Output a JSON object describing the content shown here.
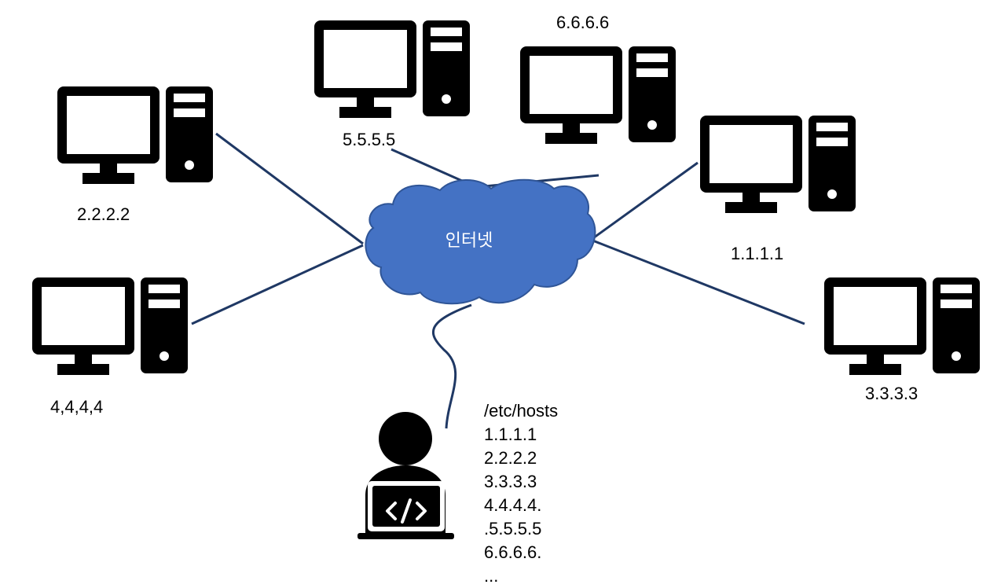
{
  "cloud": {
    "label": "인터넷"
  },
  "computers": [
    {
      "id": "c1",
      "label": "1.1.1.1"
    },
    {
      "id": "c2",
      "label": "2.2.2.2"
    },
    {
      "id": "c3",
      "label": "3.3.3.3"
    },
    {
      "id": "c4",
      "label": "4,4,4,4"
    },
    {
      "id": "c5",
      "label": "5.5.5.5"
    },
    {
      "id": "c6",
      "label": "6.6.6.6"
    }
  ],
  "hosts_file": {
    "title": "/etc/hosts",
    "entries": [
      "1.1.1.1",
      "2.2.2.2",
      "3.3.3.3",
      "4.4.4.4.",
      ".5.5.5.5",
      "6.6.6.6.",
      "..."
    ]
  },
  "colors": {
    "cloud_fill": "#4472C4",
    "cloud_stroke": "#2F5597",
    "line": "#1F3864",
    "icon": "#000000"
  },
  "icons": {
    "computer": "desktop-computer-icon",
    "user": "developer-laptop-icon"
  }
}
